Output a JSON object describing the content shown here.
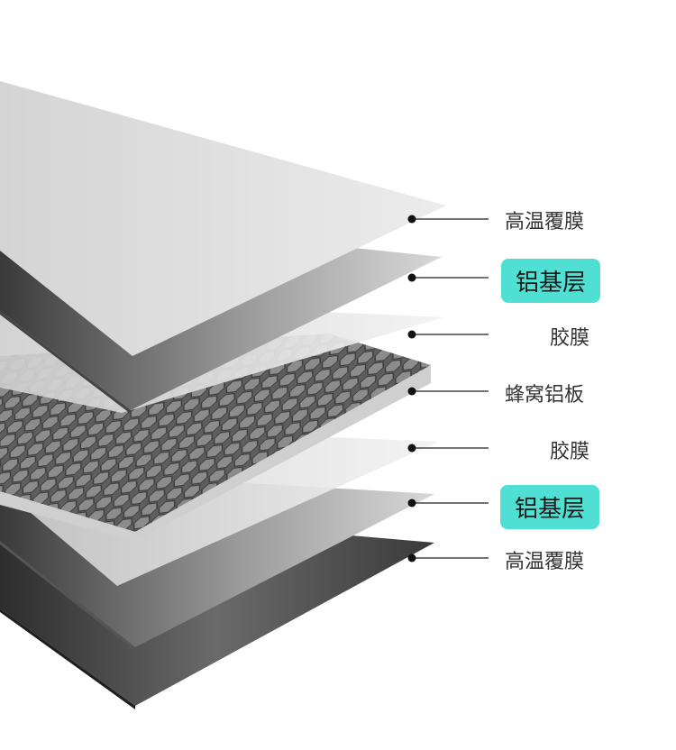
{
  "layers": [
    {
      "label": "高温覆膜",
      "highlight": false
    },
    {
      "label": "铝基层",
      "highlight": true
    },
    {
      "label": "胶膜",
      "highlight": false
    },
    {
      "label": "蜂窝铝板",
      "highlight": false
    },
    {
      "label": "胶膜",
      "highlight": false
    },
    {
      "label": "铝基层",
      "highlight": true
    },
    {
      "label": "高温覆膜",
      "highlight": false
    }
  ],
  "colors": {
    "badge": "#4fe0d3",
    "text": "#333333",
    "leader": "#222222"
  }
}
